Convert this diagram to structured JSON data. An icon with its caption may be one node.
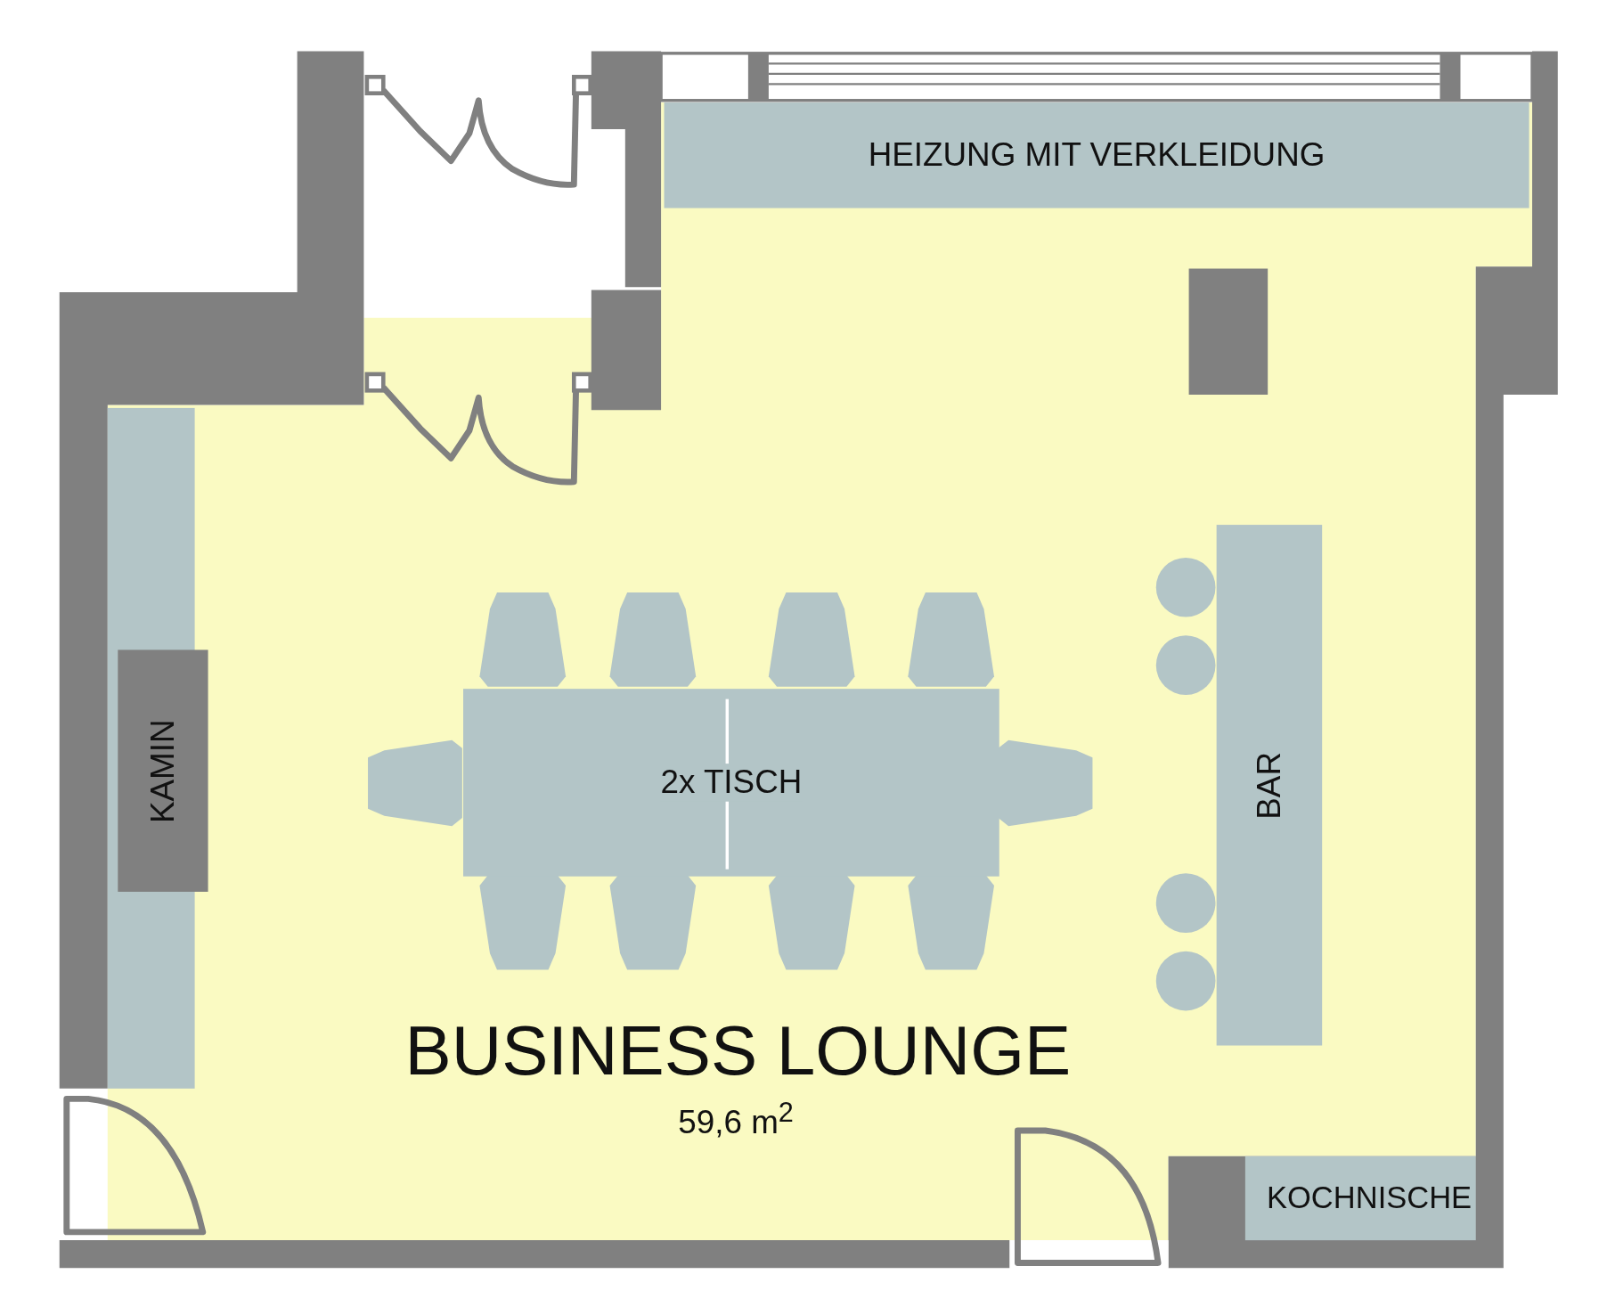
{
  "diagram": {
    "nodes": [
      {
        "text": [
          "HEIZUNG MIT VERKLEIDUNG"
        ]
      },
      {
        "text": [
          "KAMIN"
        ]
      },
      {
        "text": [
          "2x TISCH"
        ]
      },
      {
        "text": [
          "BAR"
        ]
      },
      {
        "text": [
          "KOCHNISCHE"
        ]
      }
    ],
    "labels": [
      "BUSINESS LOUNGE",
      "59,6 m$^{2}$"
    ]
  }
}
